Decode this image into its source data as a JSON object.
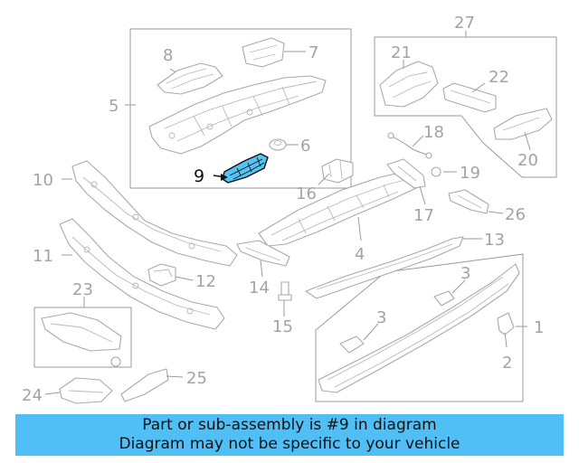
{
  "callouts": {
    "c1": "1",
    "c2": "2",
    "c3a": "3",
    "c3b": "3",
    "c4": "4",
    "c5": "5",
    "c6": "6",
    "c7": "7",
    "c8": "8",
    "c9": "9",
    "c10": "10",
    "c11": "11",
    "c12": "12",
    "c13": "13",
    "c14": "14",
    "c15": "15",
    "c16": "16",
    "c17": "17",
    "c18": "18",
    "c19": "19",
    "c20": "20",
    "c21": "21",
    "c22": "22",
    "c23": "23",
    "c24": "24",
    "c25": "25",
    "c26": "26",
    "c27": "27"
  },
  "highlighted_part": "9",
  "colors": {
    "highlight_fill": "#55c4f4",
    "banner_background": "#4fbff6",
    "line_art": "#a9a9a9"
  },
  "banner": {
    "line1": "Part or sub-assembly is #9 in diagram",
    "line2": "Diagram may not be specific to your vehicle"
  }
}
